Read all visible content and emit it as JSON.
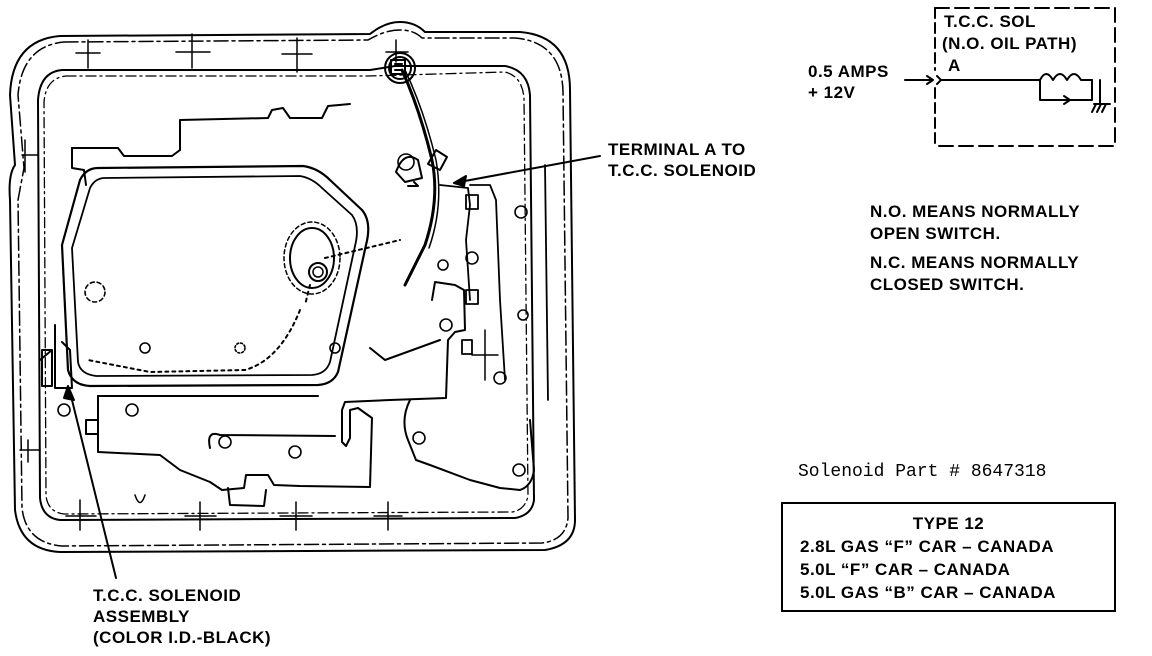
{
  "colors": {
    "ink": "#000000",
    "paper": "#ffffff"
  },
  "schematic": {
    "title_line1": "T.C.C. SOL",
    "title_line2": "(N.O. OIL PATH)",
    "terminal": "A",
    "supply_line1": "0.5 AMPS",
    "supply_line2": "+ 12V",
    "icons": [
      "coil-icon",
      "ground-icon",
      "connector-icon"
    ]
  },
  "notes": {
    "no_line1": "N.O. MEANS NORMALLY",
    "no_line2": "OPEN SWITCH.",
    "nc_line1": "N.C. MEANS NORMALLY",
    "nc_line2": "CLOSED SWITCH."
  },
  "callouts": {
    "terminal_line1": "TERMINAL A TO",
    "terminal_line2": "T.C.C. SOLENOID",
    "assembly_line1": "T.C.C. SOLENOID",
    "assembly_line2": "ASSEMBLY",
    "assembly_line3": "(COLOR I.D.-BLACK)"
  },
  "part_number": "Solenoid Part # 8647318",
  "applications": {
    "title": "TYPE 12",
    "items": [
      "2.8L GAS “F” CAR – CANADA",
      "5.0L “F” CAR – CANADA",
      "5.0L GAS “B” CAR – CANADA"
    ]
  }
}
